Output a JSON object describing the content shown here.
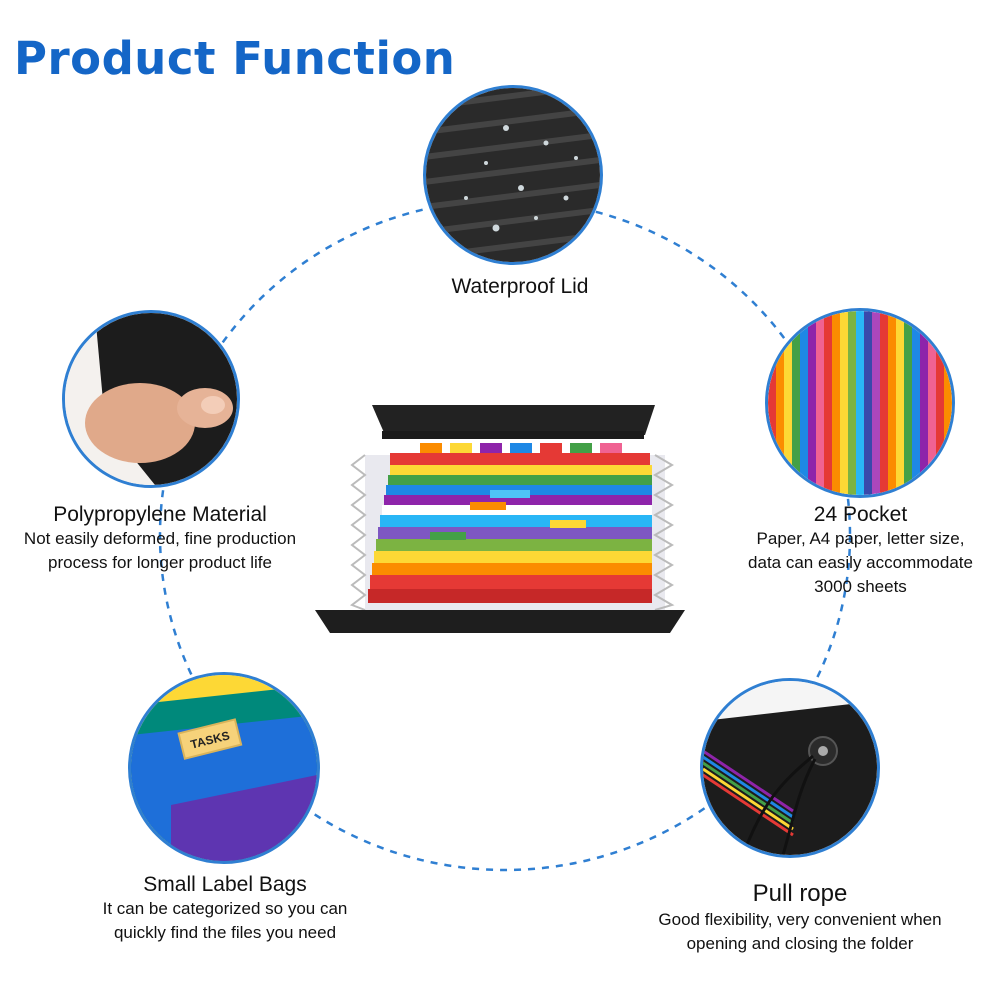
{
  "title": "Product Function",
  "features": {
    "waterproof": {
      "name": "Waterproof Lid",
      "desc": []
    },
    "material": {
      "name": "Polypropylene Material",
      "desc": [
        "Not easily deformed, fine production",
        "process for longer product life"
      ]
    },
    "pocket": {
      "name": "24 Pocket",
      "desc": [
        "Paper, A4 paper, letter size,",
        "data can easily accommodate",
        "3000 sheets"
      ]
    },
    "label": {
      "name": "Small Label Bags",
      "desc": [
        "It can be categorized so you can",
        "quickly find the files you need"
      ],
      "tab_text": "TASKS"
    },
    "rope": {
      "name": "Pull rope",
      "desc": [
        "Good flexibility, very convenient when",
        "opening and closing the folder"
      ]
    }
  },
  "colors": {
    "accent": "#1466c7",
    "ring": "#2f7fd2"
  }
}
